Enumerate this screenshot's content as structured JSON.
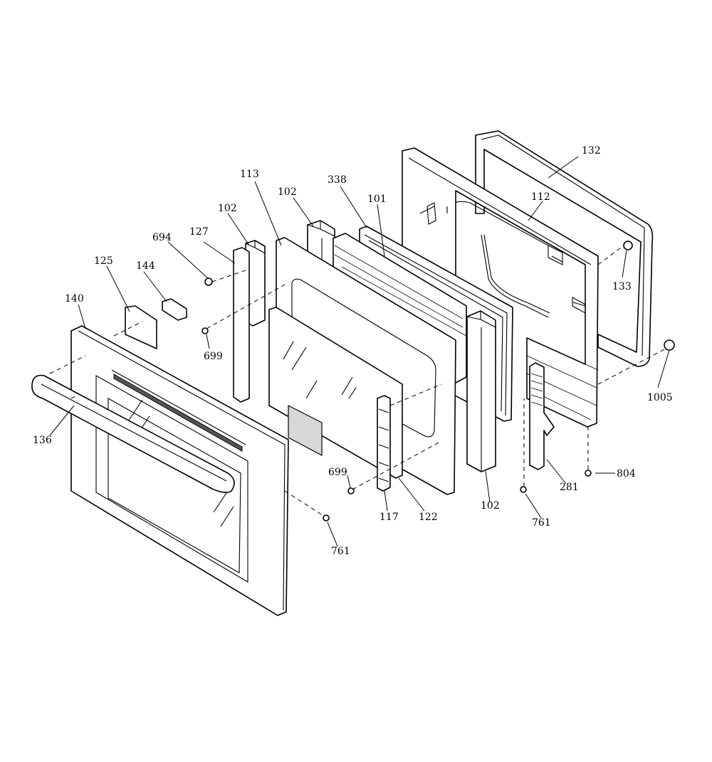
{
  "labels": [
    {
      "id": "p132",
      "text": "132"
    },
    {
      "id": "p112",
      "text": "112"
    },
    {
      "id": "p133",
      "text": "133"
    },
    {
      "id": "p1005",
      "text": "1005"
    },
    {
      "id": "p338",
      "text": "338"
    },
    {
      "id": "p101",
      "text": "101"
    },
    {
      "id": "p113",
      "text": "113"
    },
    {
      "id": "p102a",
      "text": "102"
    },
    {
      "id": "p102b",
      "text": "102"
    },
    {
      "id": "p102c",
      "text": "102"
    },
    {
      "id": "p127",
      "text": "127"
    },
    {
      "id": "p694",
      "text": "694"
    },
    {
      "id": "p125",
      "text": "125"
    },
    {
      "id": "p144",
      "text": "144"
    },
    {
      "id": "p140",
      "text": "140"
    },
    {
      "id": "p699a",
      "text": "699"
    },
    {
      "id": "p699b",
      "text": "699"
    },
    {
      "id": "p136",
      "text": "136"
    },
    {
      "id": "p117",
      "text": "117"
    },
    {
      "id": "p122",
      "text": "122"
    },
    {
      "id": "p281",
      "text": "281"
    },
    {
      "id": "p804",
      "text": "804"
    },
    {
      "id": "p761a",
      "text": "761"
    },
    {
      "id": "p761b",
      "text": "761"
    }
  ]
}
